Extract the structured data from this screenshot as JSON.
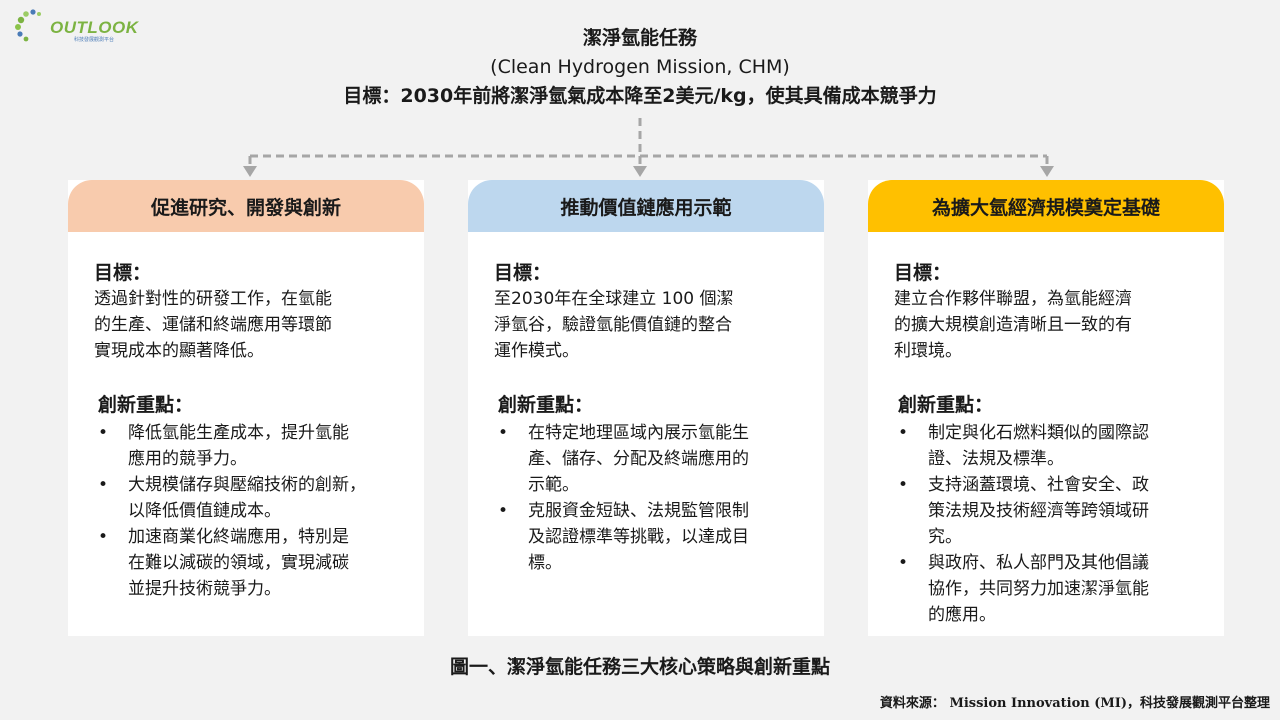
{
  "logo": {
    "text": "OUTLOOK",
    "subtitle": "科技發展觀測平台"
  },
  "header": {
    "title": "潔淨氫能任務",
    "title_en": "(Clean Hydrogen Mission, CHM)",
    "goal": "目標：2030年前將潔淨氫氣成本降至2美元/kg，使其具備成本競爭力"
  },
  "cards": [
    {
      "title": "促進研究、開發與創新",
      "header_color": "#f8cbad",
      "goal_title": "目標：",
      "goal_lines": [
        "透過針對性的研發工作，在氫能",
        "的生產、運儲和終端應用等環節",
        "實現成本的顯著降低。"
      ],
      "points_title": "創新重點：",
      "points": [
        [
          "降低氫能生產成本，提升氫能",
          "應用的競爭力。"
        ],
        [
          "大規模儲存與壓縮技術的創新，",
          "以降低價值鏈成本。"
        ],
        [
          "加速商業化終端應用，特別是",
          "在難以減碳的領域，實現減碳",
          "並提升技術競爭力。"
        ]
      ]
    },
    {
      "title": "推動價值鏈應用示範",
      "header_color": "#bdd7ee",
      "goal_title": "目標：",
      "goal_lines": [
        "至2030年在全球建立 100 個潔",
        "淨氫谷，驗證氫能價值鏈的整合",
        "運作模式。"
      ],
      "points_title": "創新重點：",
      "points": [
        [
          "在特定地理區域內展示氫能生",
          "產、儲存、分配及終端應用的",
          "示範。"
        ],
        [
          "克服資金短缺、法規監管限制",
          "及認證標準等挑戰，以達成目",
          "標。"
        ]
      ]
    },
    {
      "title": "為擴大氫經濟規模奠定基礎",
      "header_color": "#ffc000",
      "goal_title": "目標：",
      "goal_lines": [
        "建立合作夥伴聯盟，為氫能經濟",
        "的擴大規模創造清晰且一致的有",
        "利環境。"
      ],
      "points_title": "創新重點：",
      "points": [
        [
          "制定與化石燃料類似的國際認",
          "證、法規及標準。"
        ],
        [
          "支持涵蓋環境、社會安全、政",
          "策法規及技術經濟等跨領域研",
          "究。"
        ],
        [
          "與政府、私人部門及其他倡議",
          "協作，共同努力加速潔淨氫能",
          "的應用。"
        ]
      ]
    }
  ],
  "bullet_symbol": "•",
  "caption": "圖一、潔淨氫能任務三大核心策略與創新重點",
  "source": "資料來源： Mission Innovation (MI)，科技發展觀測平台整理",
  "colors": {
    "connector": "#a6a6a6",
    "background": "#f2f2f2",
    "logo_green": "#7cb342"
  }
}
